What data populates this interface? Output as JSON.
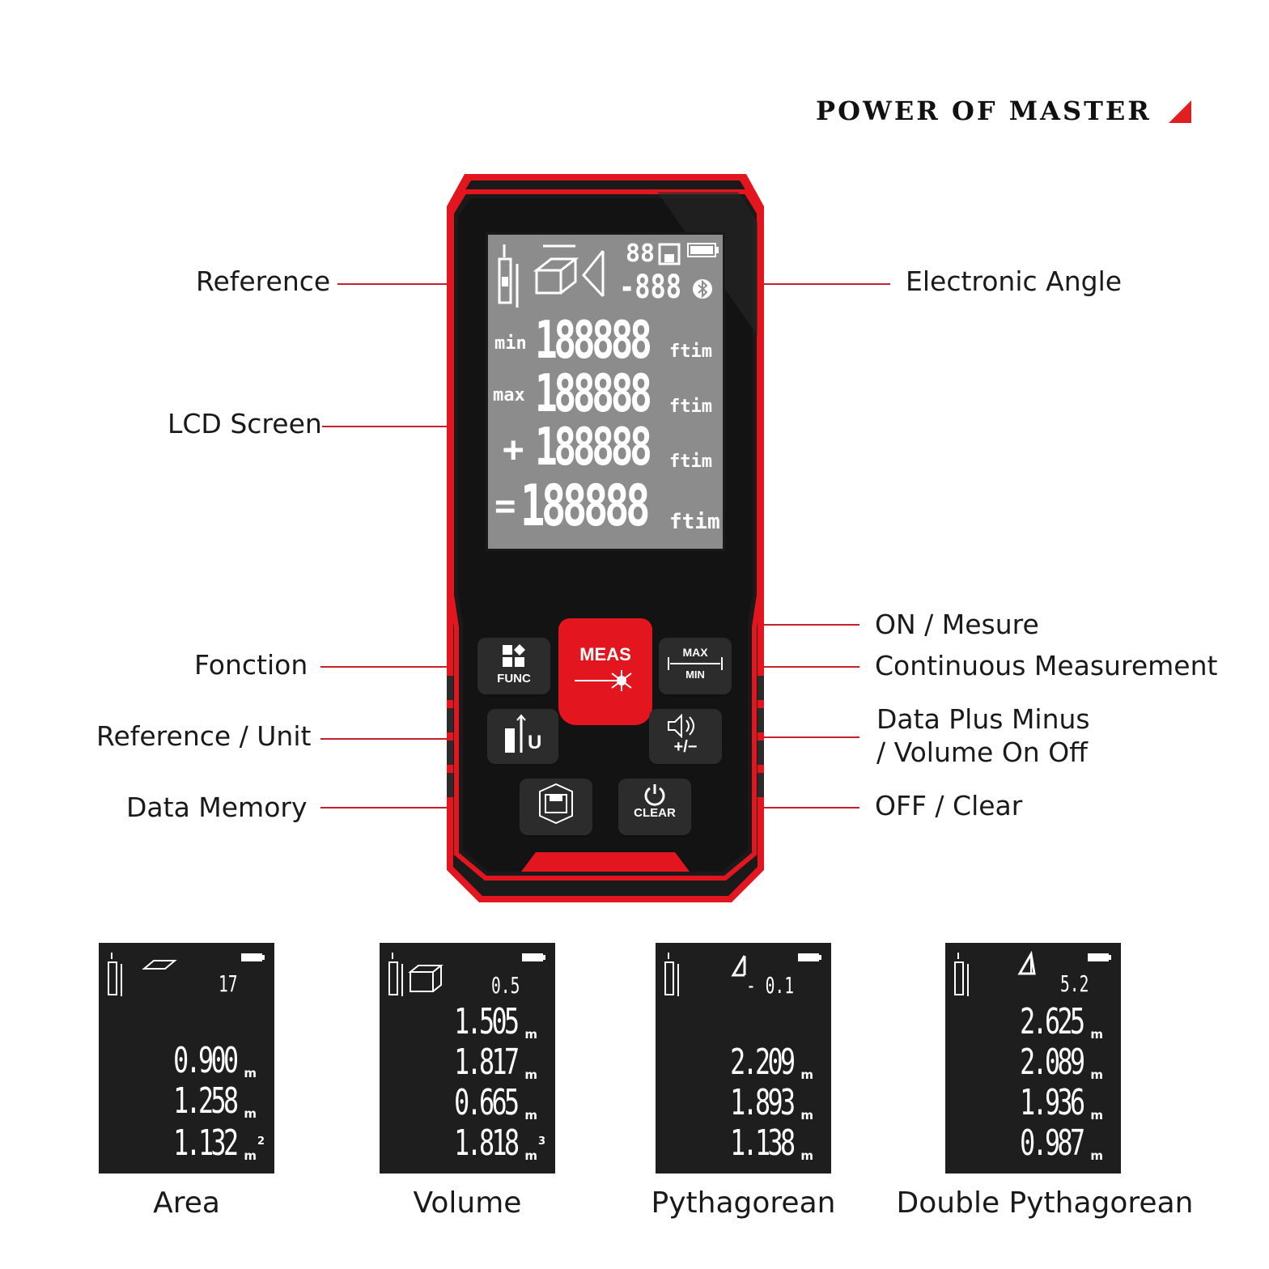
{
  "brand": {
    "title": "POWER OF MASTER"
  },
  "callouts": {
    "reference": "Reference",
    "lcd_screen": "LCD Screen",
    "fonction": "Fonction",
    "reference_unit": "Reference / Unit",
    "data_memory": "Data Memory",
    "electronic_angle": "Electronic Angle",
    "on_mesure": "ON / Mesure",
    "continuous": "Continuous Measurement",
    "plus_minus_line1": "Data Plus Minus",
    "plus_minus_line2": "/ Volume On Off",
    "off_clear": "OFF / Clear"
  },
  "lcd": {
    "top_counter": "88",
    "angle": "-888",
    "rows": [
      {
        "prefix": "min",
        "digits": "188888",
        "unit": "ftim"
      },
      {
        "prefix": "max",
        "digits": "188888",
        "unit": "ftim"
      },
      {
        "prefix": "+",
        "digits": "188888",
        "unit": "ftim"
      },
      {
        "prefix": "=",
        "digits": "188888",
        "unit": "ftim"
      }
    ]
  },
  "keys": {
    "func": "FUNC",
    "meas": "MEAS",
    "max": "MAX",
    "min": "MIN",
    "unit_u": "U",
    "plus_minus": "+/−",
    "clear": "CLEAR"
  },
  "modes": [
    {
      "caption": "Area",
      "top": "17",
      "values": [
        "0.900",
        "1.258",
        "1.132"
      ],
      "units": [
        "m",
        "m",
        "m"
      ],
      "sup": "2"
    },
    {
      "caption": "Volume",
      "top": "0.5",
      "values": [
        "1.505",
        "1.817",
        "0.665",
        "1.818"
      ],
      "units": [
        "m",
        "m",
        "m",
        "m"
      ],
      "sup": "3"
    },
    {
      "caption": "Pythagorean",
      "top": "- 0.1",
      "values": [
        "2.209",
        "1.893",
        "1.138"
      ],
      "units": [
        "m",
        "m",
        "m"
      ],
      "sup": ""
    },
    {
      "caption": "Double Pythagorean",
      "top": "5.2",
      "values": [
        "2.625",
        "2.089",
        "1.936",
        "0.987"
      ],
      "units": [
        "m",
        "m",
        "m",
        "m"
      ],
      "sup": ""
    }
  ],
  "colors": {
    "accent": "#e02020",
    "device_red": "#e3161f",
    "device_body": "#161616",
    "lcd_bg": "#8c8c8c"
  }
}
